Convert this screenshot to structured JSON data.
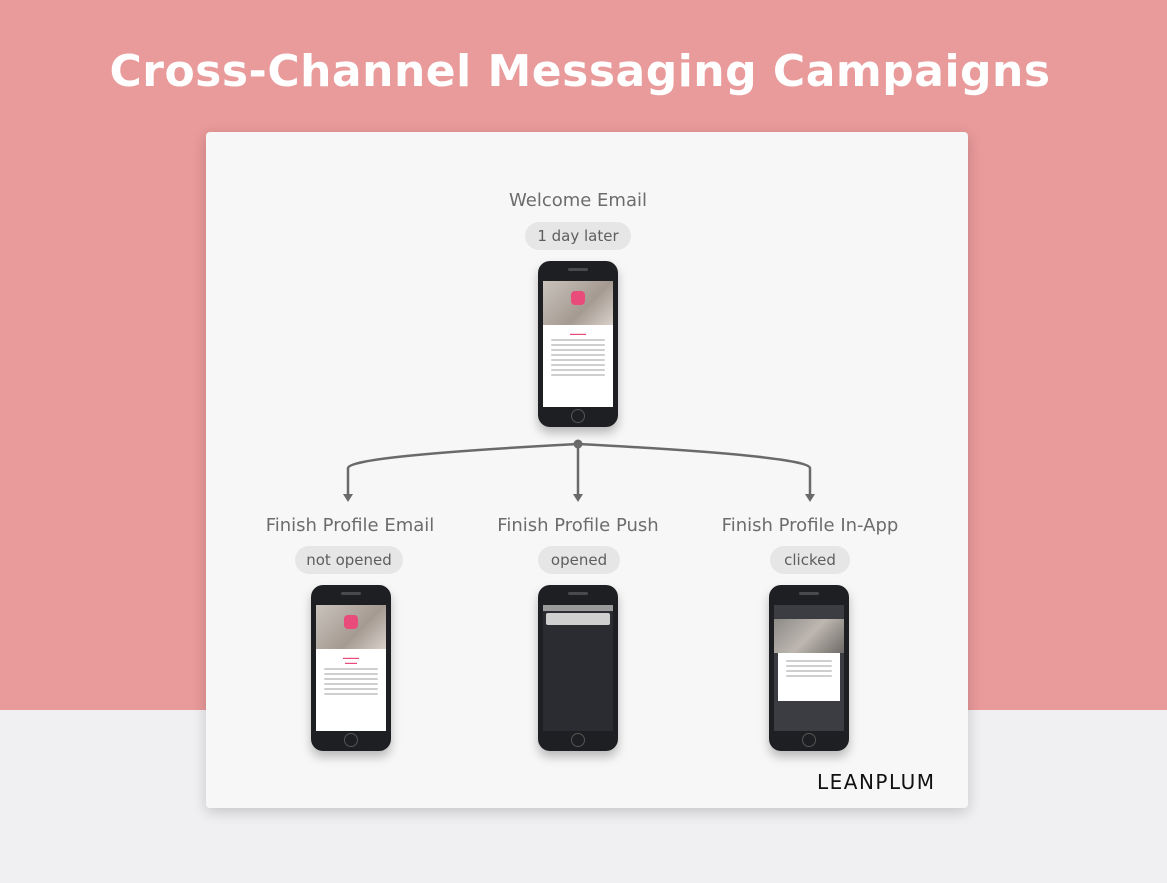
{
  "title": "Cross-Channel Messaging Campaigns",
  "root": {
    "label": "Welcome Email",
    "condition": "1 day later"
  },
  "branches": [
    {
      "label": "Finish Profile Email",
      "condition": "not opened"
    },
    {
      "label": "Finish Profile Push",
      "condition": "opened"
    },
    {
      "label": "Finish Profile In-App",
      "condition": "clicked"
    }
  ],
  "brand": "LEANPLUM",
  "colors": {
    "background_top": "#e99a9a",
    "background_bottom": "#f0f0f2",
    "card": "#f7f7f7",
    "connector": "#6a6a6a",
    "accent": "#e94c7a"
  }
}
